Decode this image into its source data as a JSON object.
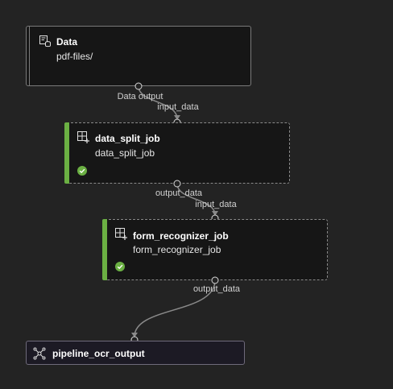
{
  "nodes": {
    "data": {
      "title": "Data",
      "subtitle": "pdf-files/",
      "output_label": "Data output"
    },
    "data_split_job": {
      "title": "data_split_job",
      "subtitle": "data_split_job",
      "input_label": "input_data",
      "output_label": "output_data",
      "status": "completed"
    },
    "form_recognizer_job": {
      "title": "form_recognizer_job",
      "subtitle": "form_recognizer_job",
      "input_label": "input_data",
      "output_label": "output_data",
      "status": "completed"
    },
    "pipeline_output": {
      "title": "pipeline_ocr_output"
    }
  },
  "colors": {
    "canvas": "#232323",
    "node_bg": "#161616",
    "status_success": "#6bb043",
    "edge": "#8a8a8a"
  },
  "icons": {
    "data": "dataset-icon",
    "job": "component-icon",
    "output": "pipeline-output-icon",
    "status": "success-check-icon"
  }
}
